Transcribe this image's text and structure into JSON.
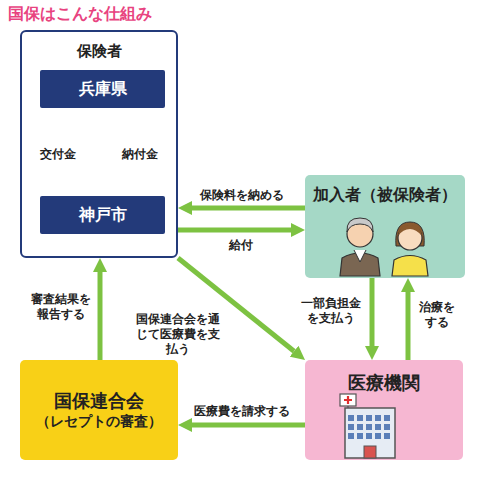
{
  "diagram": {
    "title": "国保はこんな仕組み",
    "nodes": [
      {
        "text": [
          "保険者"
        ]
      },
      {
        "text": [
          "兵庫県"
        ],
        "in": 0
      },
      {
        "text": [
          "神戸市"
        ],
        "in": 0
      },
      {
        "text": [
          "加入者（被保険者）"
        ]
      },
      {
        "text": [
          "国保連合会",
          "（レセプトの審査）"
        ]
      },
      {
        "text": [
          "医療機関"
        ]
      }
    ],
    "edges": [
      {
        "from": 1,
        "to": 2,
        "label": "交付金",
        "arrow": "to"
      },
      {
        "from": 2,
        "to": 1,
        "label": "納付金",
        "arrow": "to"
      },
      {
        "from": 3,
        "to": 0,
        "label": "保険料を納める",
        "arrow": "to"
      },
      {
        "from": 0,
        "to": 3,
        "label": "給付",
        "arrow": "to"
      },
      {
        "from": 3,
        "to": 5,
        "label": "一部負担金を支払う",
        "arrow": "to"
      },
      {
        "from": 5,
        "to": 3,
        "label": "治療をする",
        "arrow": "to"
      },
      {
        "from": 5,
        "to": 4,
        "label": "医療費を請求する",
        "arrow": "to"
      },
      {
        "from": 4,
        "to": 0,
        "label": "審査結果を報告する",
        "arrow": "to"
      },
      {
        "from": 0,
        "to": 5,
        "label": "国保連合会を通じて医療費を支払う",
        "arrow": "to"
      }
    ]
  }
}
